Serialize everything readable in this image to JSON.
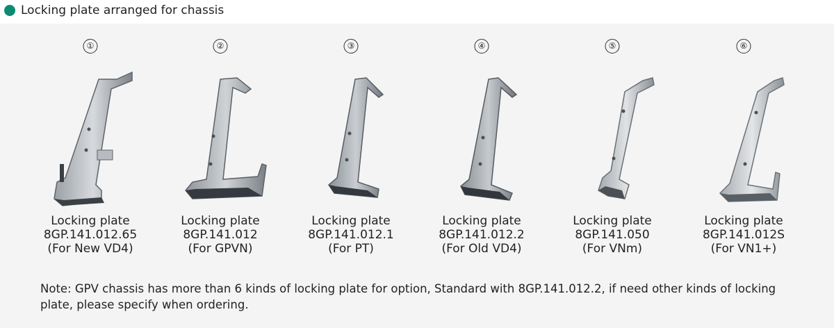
{
  "header": {
    "title": "Locking plate arranged for chassis",
    "dot_color": "#0e8a73"
  },
  "items": [
    {
      "number": "①",
      "name": "Locking plate",
      "code": "8GP.141.012.65",
      "usage": "(For New VD4)",
      "icon": "locking-plate-icon"
    },
    {
      "number": "②",
      "name": "Locking plate",
      "code": "8GP.141.012",
      "usage": "(For GPVN)",
      "icon": "locking-plate-icon"
    },
    {
      "number": "③",
      "name": "Locking plate",
      "code": "8GP.141.012.1",
      "usage": "(For PT)",
      "icon": "locking-plate-icon"
    },
    {
      "number": "④",
      "name": "Locking plate",
      "code": "8GP.141.012.2",
      "usage": "(For Old VD4)",
      "icon": "locking-plate-icon"
    },
    {
      "number": "⑤",
      "name": "Locking plate",
      "code": "8GP.141.050",
      "usage": "(For VNm)",
      "icon": "locking-plate-icon"
    },
    {
      "number": "⑥",
      "name": "Locking plate",
      "code": "8GP.141.012S",
      "usage": "(For VN1+)",
      "icon": "locking-plate-icon"
    }
  ],
  "note": "Note: GPV chassis has more than 6 kinds of locking plate for option, Standard with 8GP.141.012.2, if need other kinds of locking plate, please specify when ordering."
}
